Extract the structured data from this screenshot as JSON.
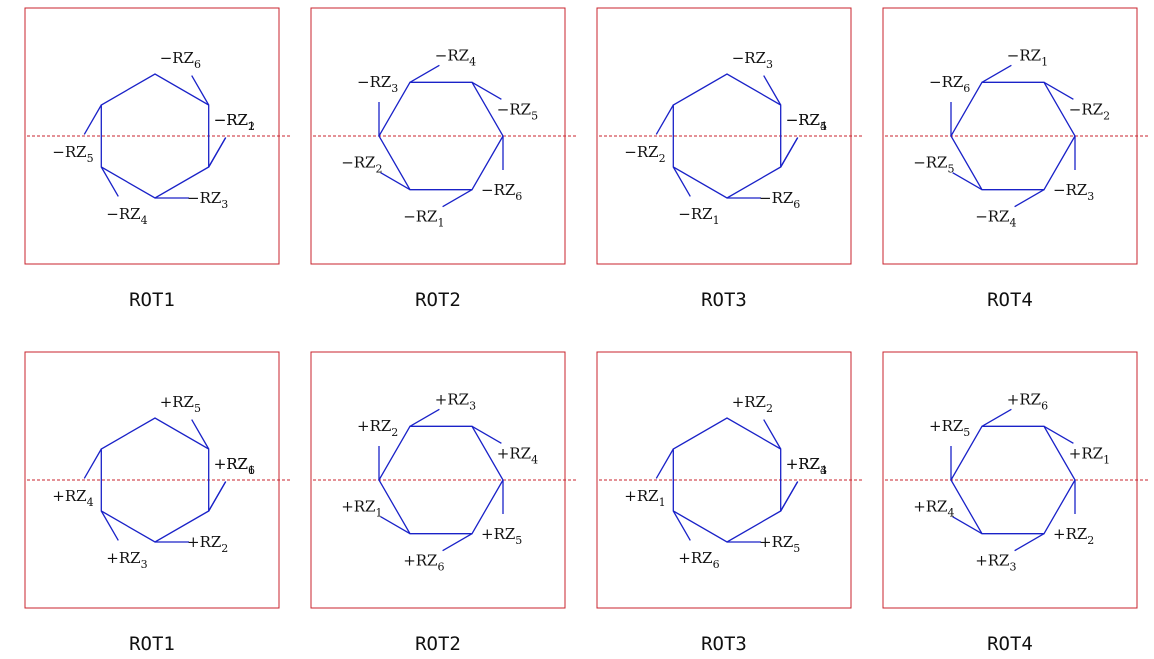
{
  "colors": {
    "frame": "#c8232c",
    "hexagon": "#1a22c8",
    "midline": "#c8232c"
  },
  "rows": [
    {
      "sign": "−",
      "panels": [
        {
          "caption": "ROT1",
          "rotation_deg": 30,
          "labels": [
            "6",
            "1",
            "2",
            "3",
            "4",
            "5"
          ]
        },
        {
          "caption": "ROT2",
          "rotation_deg": 0,
          "labels": [
            "5",
            "6",
            "1",
            "2",
            "3",
            "4"
          ]
        },
        {
          "caption": "ROT3",
          "rotation_deg": 30,
          "labels": [
            "3",
            "4",
            "5",
            "6",
            "1",
            "2"
          ]
        },
        {
          "caption": "ROT4",
          "rotation_deg": 0,
          "labels": [
            "2",
            "3",
            "4",
            "5",
            "6",
            "1"
          ]
        }
      ]
    },
    {
      "sign": "+",
      "panels": [
        {
          "caption": "ROT1",
          "rotation_deg": 30,
          "labels": [
            "5",
            "6",
            "1",
            "2",
            "3",
            "4"
          ]
        },
        {
          "caption": "ROT2",
          "rotation_deg": 0,
          "labels": [
            "4",
            "5",
            "6",
            "1",
            "2",
            "3"
          ]
        },
        {
          "caption": "ROT3",
          "rotation_deg": 30,
          "labels": [
            "2",
            "3",
            "4",
            "5",
            "6",
            "1"
          ]
        },
        {
          "caption": "ROT4",
          "rotation_deg": 0,
          "labels": [
            "1",
            "2",
            "3",
            "4",
            "5",
            "6"
          ]
        }
      ]
    }
  ],
  "label_prefix": "RZ"
}
